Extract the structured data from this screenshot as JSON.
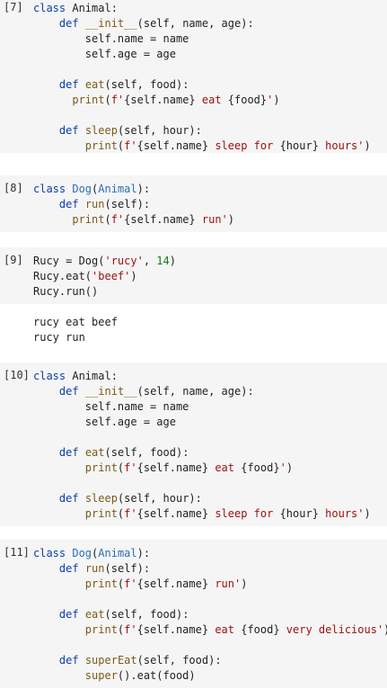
{
  "cells": [
    {
      "prompt": "[7]",
      "lines": [
        [
          [
            "kw",
            "class"
          ],
          [
            "plain",
            " Animal:"
          ]
        ],
        [
          [
            "plain",
            "    "
          ],
          [
            "kw",
            "def"
          ],
          [
            "plain",
            " "
          ],
          [
            "fn",
            "__init__"
          ],
          [
            "plain",
            "(self, name, age):"
          ]
        ],
        [
          [
            "plain",
            "        self.name = name"
          ]
        ],
        [
          [
            "plain",
            "        self.age = age"
          ]
        ],
        [
          [
            "plain",
            ""
          ]
        ],
        [
          [
            "plain",
            "    "
          ],
          [
            "kw",
            "def"
          ],
          [
            "plain",
            " "
          ],
          [
            "fn",
            "eat"
          ],
          [
            "plain",
            "(self, food):"
          ]
        ],
        [
          [
            "plain",
            "      "
          ],
          [
            "bi",
            "print"
          ],
          [
            "plain",
            "("
          ],
          [
            "str",
            "f'"
          ],
          [
            "plain",
            "{self.name}"
          ],
          [
            "str",
            " eat "
          ],
          [
            "plain",
            "{food}"
          ],
          [
            "str",
            "'"
          ],
          [
            "plain",
            ")"
          ]
        ],
        [
          [
            "plain",
            ""
          ]
        ],
        [
          [
            "plain",
            "    "
          ],
          [
            "kw",
            "def"
          ],
          [
            "plain",
            " "
          ],
          [
            "fn",
            "sleep"
          ],
          [
            "plain",
            "(self, hour):"
          ]
        ],
        [
          [
            "plain",
            "        "
          ],
          [
            "bi",
            "print"
          ],
          [
            "plain",
            "("
          ],
          [
            "str",
            "f'"
          ],
          [
            "plain",
            "{self.name}"
          ],
          [
            "str",
            " sleep for "
          ],
          [
            "plain",
            "{hour}"
          ],
          [
            "str",
            " hours'"
          ],
          [
            "plain",
            ")"
          ]
        ]
      ],
      "output": []
    },
    {
      "prompt": "[8]",
      "lines": [
        [
          [
            "kw",
            "class"
          ],
          [
            "plain",
            " "
          ],
          [
            "cls",
            "Dog"
          ],
          [
            "plain",
            "("
          ],
          [
            "cls",
            "Animal"
          ],
          [
            "plain",
            "):"
          ]
        ],
        [
          [
            "plain",
            "    "
          ],
          [
            "kw",
            "def"
          ],
          [
            "plain",
            " "
          ],
          [
            "fn",
            "run"
          ],
          [
            "plain",
            "(self):"
          ]
        ],
        [
          [
            "plain",
            "      "
          ],
          [
            "bi",
            "print"
          ],
          [
            "plain",
            "("
          ],
          [
            "str",
            "f'"
          ],
          [
            "plain",
            "{self.name}"
          ],
          [
            "str",
            " run'"
          ],
          [
            "plain",
            ")"
          ]
        ]
      ],
      "output": []
    },
    {
      "prompt": "[9]",
      "lines": [
        [
          [
            "plain",
            "Rucy = Dog("
          ],
          [
            "str",
            "'rucy'"
          ],
          [
            "plain",
            ", "
          ],
          [
            "num",
            "14"
          ],
          [
            "plain",
            ")"
          ]
        ],
        [
          [
            "plain",
            "Rucy.eat("
          ],
          [
            "str",
            "'beef'"
          ],
          [
            "plain",
            ")"
          ]
        ],
        [
          [
            "plain",
            "Rucy.run()"
          ]
        ]
      ],
      "output": [
        "rucy eat beef",
        "rucy run"
      ]
    },
    {
      "prompt": "[10]",
      "lines": [
        [
          [
            "kw",
            "class"
          ],
          [
            "plain",
            " Animal:"
          ]
        ],
        [
          [
            "plain",
            "    "
          ],
          [
            "kw",
            "def"
          ],
          [
            "plain",
            " "
          ],
          [
            "fn",
            "__init__"
          ],
          [
            "plain",
            "(self, name, age):"
          ]
        ],
        [
          [
            "plain",
            "        self.name = name"
          ]
        ],
        [
          [
            "plain",
            "        self.age = age"
          ]
        ],
        [
          [
            "plain",
            ""
          ]
        ],
        [
          [
            "plain",
            "    "
          ],
          [
            "kw",
            "def"
          ],
          [
            "plain",
            " "
          ],
          [
            "fn",
            "eat"
          ],
          [
            "plain",
            "(self, food):"
          ]
        ],
        [
          [
            "plain",
            "        "
          ],
          [
            "bi",
            "print"
          ],
          [
            "plain",
            "("
          ],
          [
            "str",
            "f'"
          ],
          [
            "plain",
            "{self.name}"
          ],
          [
            "str",
            " eat "
          ],
          [
            "plain",
            "{food}"
          ],
          [
            "str",
            "'"
          ],
          [
            "plain",
            ")"
          ]
        ],
        [
          [
            "plain",
            ""
          ]
        ],
        [
          [
            "plain",
            "    "
          ],
          [
            "kw",
            "def"
          ],
          [
            "plain",
            " "
          ],
          [
            "fn",
            "sleep"
          ],
          [
            "plain",
            "(self, hour):"
          ]
        ],
        [
          [
            "plain",
            "        "
          ],
          [
            "bi",
            "print"
          ],
          [
            "plain",
            "("
          ],
          [
            "str",
            "f'"
          ],
          [
            "plain",
            "{self.name}"
          ],
          [
            "str",
            " sleep for "
          ],
          [
            "plain",
            "{hour}"
          ],
          [
            "str",
            " hours'"
          ],
          [
            "plain",
            ")"
          ]
        ]
      ],
      "output": []
    },
    {
      "prompt": "[11]",
      "lines": [
        [
          [
            "kw",
            "class"
          ],
          [
            "plain",
            " "
          ],
          [
            "cls",
            "Dog"
          ],
          [
            "plain",
            "("
          ],
          [
            "cls",
            "Animal"
          ],
          [
            "plain",
            "):"
          ]
        ],
        [
          [
            "plain",
            "    "
          ],
          [
            "kw",
            "def"
          ],
          [
            "plain",
            " "
          ],
          [
            "fn",
            "run"
          ],
          [
            "plain",
            "(self):"
          ]
        ],
        [
          [
            "plain",
            "        "
          ],
          [
            "bi",
            "print"
          ],
          [
            "plain",
            "("
          ],
          [
            "str",
            "f'"
          ],
          [
            "plain",
            "{self.name}"
          ],
          [
            "str",
            " run'"
          ],
          [
            "plain",
            ")"
          ]
        ],
        [
          [
            "plain",
            ""
          ]
        ],
        [
          [
            "plain",
            "    "
          ],
          [
            "kw",
            "def"
          ],
          [
            "plain",
            " "
          ],
          [
            "fn",
            "eat"
          ],
          [
            "plain",
            "(self, food):"
          ]
        ],
        [
          [
            "plain",
            "        "
          ],
          [
            "bi",
            "print"
          ],
          [
            "plain",
            "("
          ],
          [
            "str",
            "f'"
          ],
          [
            "plain",
            "{self.name}"
          ],
          [
            "str",
            " eat "
          ],
          [
            "plain",
            "{food}"
          ],
          [
            "str",
            " very delicious'"
          ],
          [
            "plain",
            ")"
          ]
        ],
        [
          [
            "plain",
            ""
          ]
        ],
        [
          [
            "plain",
            "    "
          ],
          [
            "kw",
            "def"
          ],
          [
            "plain",
            " "
          ],
          [
            "fn",
            "superEat"
          ],
          [
            "plain",
            "(self, food):"
          ]
        ],
        [
          [
            "plain",
            "        "
          ],
          [
            "bi",
            "super"
          ],
          [
            "plain",
            "().eat(food)"
          ]
        ]
      ],
      "output": []
    }
  ]
}
